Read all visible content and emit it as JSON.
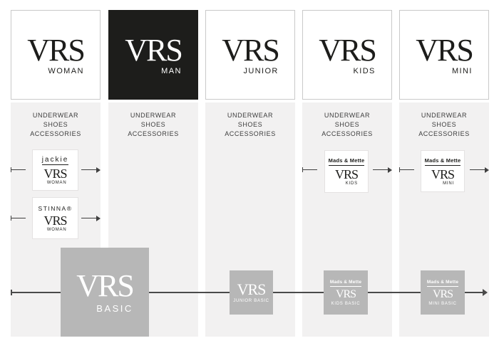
{
  "categories": [
    "UNDERWEAR",
    "SHOES",
    "ACCESSORIES"
  ],
  "columns": [
    {
      "id": "woman",
      "logo": "VRS",
      "label": "WOMAN",
      "theme": "light"
    },
    {
      "id": "man",
      "logo": "VRS",
      "label": "MAN",
      "theme": "dark"
    },
    {
      "id": "junior",
      "logo": "VRS",
      "label": "JUNIOR",
      "theme": "light"
    },
    {
      "id": "kids",
      "logo": "VRS",
      "label": "KIDS",
      "theme": "light"
    },
    {
      "id": "mini",
      "logo": "VRS",
      "label": "MINI",
      "theme": "light"
    }
  ],
  "sub_brands": [
    {
      "name": "jackie",
      "logo": "VRS",
      "label": "WOMAN"
    },
    {
      "name": "STINNA®",
      "logo": "VRS",
      "label": "WOMAN"
    },
    {
      "name": "Mads & Mette",
      "logo": "VRS",
      "label": "KIDS"
    },
    {
      "name": "Mads & Mette",
      "logo": "VRS",
      "label": "MINI"
    }
  ],
  "basic_row": [
    {
      "logo": "VRS",
      "label": "BASIC"
    },
    {
      "logo": "VRS",
      "label": "JUNIOR BASIC"
    },
    {
      "name": "Mads & Mette",
      "logo": "VRS",
      "label": "KIDS BASIC"
    },
    {
      "name": "Mads & Mette",
      "logo": "VRS",
      "label": "MINI BASIC"
    }
  ],
  "colors": {
    "ink": "#1d1d1b",
    "strip_bg": "#f2f1f1",
    "box_border": "#c9c9c9",
    "sub_box_border": "#e4e2e2",
    "basic_box_bg": "#b7b7b7",
    "line": "#3f3f3f"
  }
}
